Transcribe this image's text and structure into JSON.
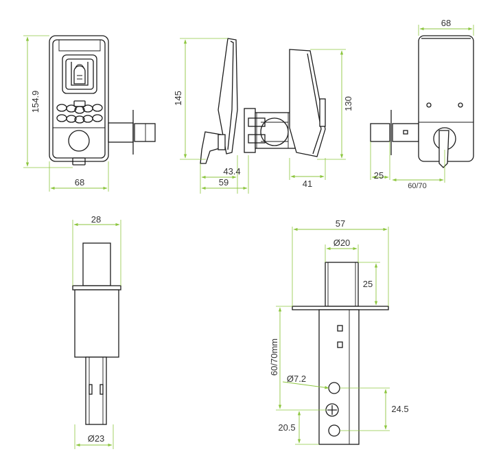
{
  "colors": {
    "dimension_line": "#8dc63f",
    "object_line": "#1a1a1a",
    "background": "#ffffff"
  },
  "front_view": {
    "height_label": "154.9",
    "width_label": "68"
  },
  "side_view": {
    "height_label": "145",
    "offset_label": "43.4",
    "depth_label": "59",
    "latch_depth_label": "41",
    "inner_height_label": "130"
  },
  "back_view": {
    "width_label": "68",
    "spindle_label": "25",
    "backset_label": "60/70"
  },
  "latch_end_view": {
    "width_label": "28",
    "diameter_label": "Ø23"
  },
  "latch_side_view": {
    "width_label": "57",
    "bolt_diameter_label": "Ø20",
    "bolt_length_label": "25",
    "backset_label": "60/70mm",
    "hole_diameter_label": "Ø7.2",
    "hole_spacing_label": "24.5",
    "screw_offset_label": "20.5"
  }
}
